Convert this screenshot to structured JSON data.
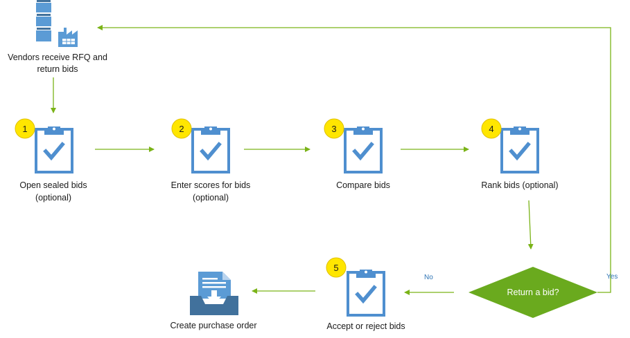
{
  "colors": {
    "arrow": "#7ab317",
    "icon_blue": "#5b9bd5",
    "icon_dark": "#41719c",
    "badge_fill": "#ffe600",
    "badge_stroke": "#d4b800",
    "decision_fill": "#6aaa1e"
  },
  "vendors": {
    "label_line1": "Vendors receive RFQ and",
    "label_line2": "return bids",
    "icon": "vendor-factory-icon"
  },
  "steps": [
    {
      "number": "1",
      "line1": "Open sealed bids",
      "line2": "(optional)",
      "icon": "clipboard-check-icon"
    },
    {
      "number": "2",
      "line1": "Enter scores for bids",
      "line2": "(optional)",
      "icon": "clipboard-check-icon"
    },
    {
      "number": "3",
      "line1": "Compare bids",
      "line2": "",
      "icon": "clipboard-check-icon"
    },
    {
      "number": "4",
      "line1": "Rank bids (optional)",
      "line2": "",
      "icon": "clipboard-check-icon"
    },
    {
      "number": "5",
      "line1": "Accept or reject bids",
      "line2": "",
      "icon": "clipboard-check-icon"
    }
  ],
  "decision": {
    "label": "Return a bid?",
    "yes": "Yes",
    "no": "No"
  },
  "purchase_order": {
    "label": "Create purchase order",
    "icon": "document-download-tray-icon"
  }
}
